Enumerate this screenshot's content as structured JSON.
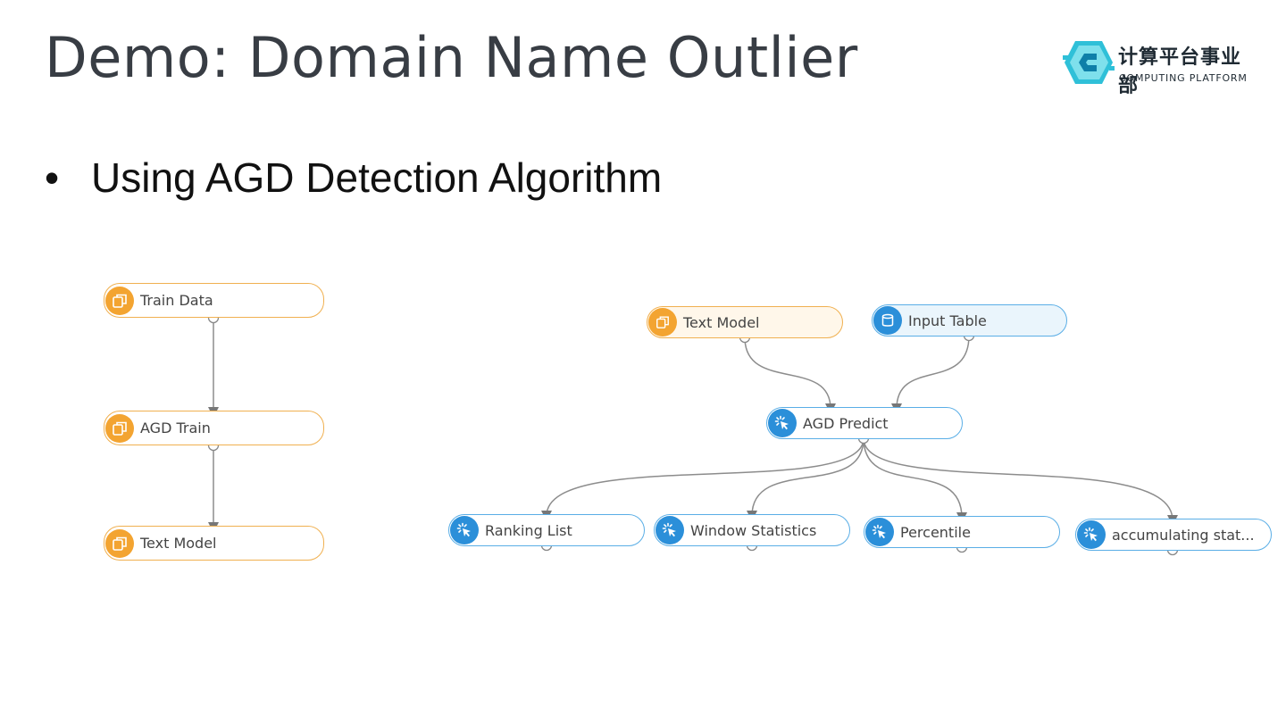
{
  "title": "Demo: Domain Name Outlier",
  "bullet": "Using AGD Detection Algorithm",
  "logo": {
    "cn": "计算平台事业部",
    "en": "COMPUTING PLATFORM"
  },
  "left_flow": {
    "nodes": [
      {
        "label": "Train Data",
        "icon": "dataset-icon"
      },
      {
        "label": "AGD Train",
        "icon": "dataset-icon"
      },
      {
        "label": "Text Model",
        "icon": "dataset-icon"
      }
    ]
  },
  "right_flow": {
    "nodes": {
      "text_model": {
        "label": "Text Model",
        "icon": "dataset-icon"
      },
      "input_table": {
        "label": "Input Table",
        "icon": "database-icon"
      },
      "agd_predict": {
        "label": "AGD Predict",
        "icon": "algorithm-icon"
      },
      "ranking_list": {
        "label": "Ranking List",
        "icon": "algorithm-icon"
      },
      "window_statistics": {
        "label": "Window Statistics",
        "icon": "algorithm-icon"
      },
      "percentile": {
        "label": "Percentile",
        "icon": "algorithm-icon"
      },
      "accumulating": {
        "label": "accumulating stat...",
        "icon": "algorithm-icon"
      }
    }
  },
  "colors": {
    "orange": "#f3a431",
    "blue": "#2b8fd9",
    "title": "#383d44"
  }
}
